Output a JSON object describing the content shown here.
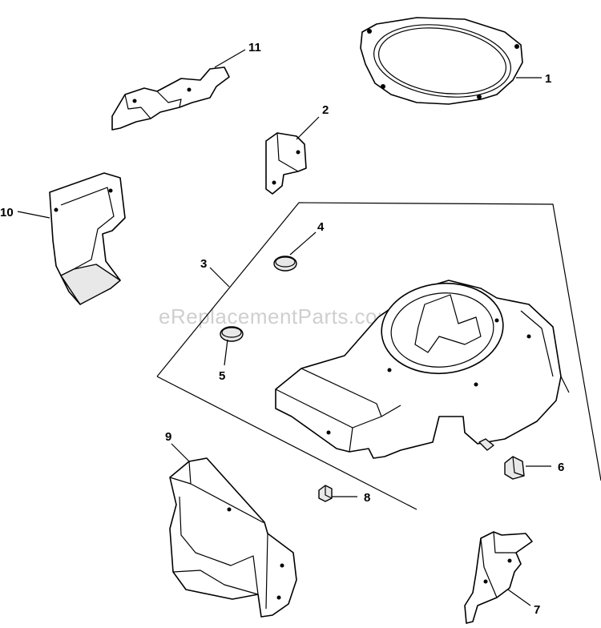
{
  "watermark": "eReplacementParts.com",
  "callouts": {
    "c1": "1",
    "c2": "2",
    "c3": "3",
    "c4": "4",
    "c5": "5",
    "c6": "6",
    "c7": "7",
    "c8": "8",
    "c9": "9",
    "c10": "10",
    "c11": "11"
  },
  "colors": {
    "line": "#000000",
    "watermark": "#cfcfcf",
    "background": "#ffffff"
  }
}
